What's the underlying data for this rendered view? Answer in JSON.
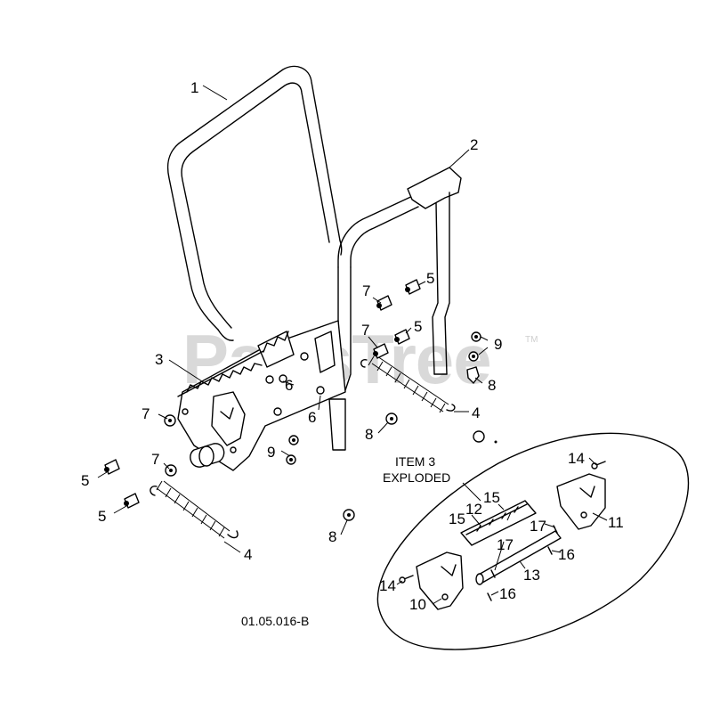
{
  "watermark": {
    "text": "PartsTree",
    "tm": "TM"
  },
  "diagram_code": "01.05.016-B",
  "exploded_caption": {
    "line1": "ITEM 3",
    "line2": "EXPLODED"
  },
  "callouts": {
    "c1": "1",
    "c2": "2",
    "c3": "3",
    "c4a": "4",
    "c4b": "4",
    "c5a": "5",
    "c5b": "5",
    "c5c": "5",
    "c5d": "5",
    "c6a": "6",
    "c6b": "6",
    "c7a": "7",
    "c7b": "7",
    "c7c": "7",
    "c7d": "7",
    "c8a": "8",
    "c8b": "8",
    "c8c": "8",
    "c9a": "9",
    "c9b": "9",
    "c10": "10",
    "c11": "11",
    "c12": "12",
    "c13": "13",
    "c14a": "14",
    "c14b": "14",
    "c15a": "15",
    "c15b": "15",
    "c16a": "16",
    "c16b": "16",
    "c17a": "17",
    "c17b": "17"
  }
}
